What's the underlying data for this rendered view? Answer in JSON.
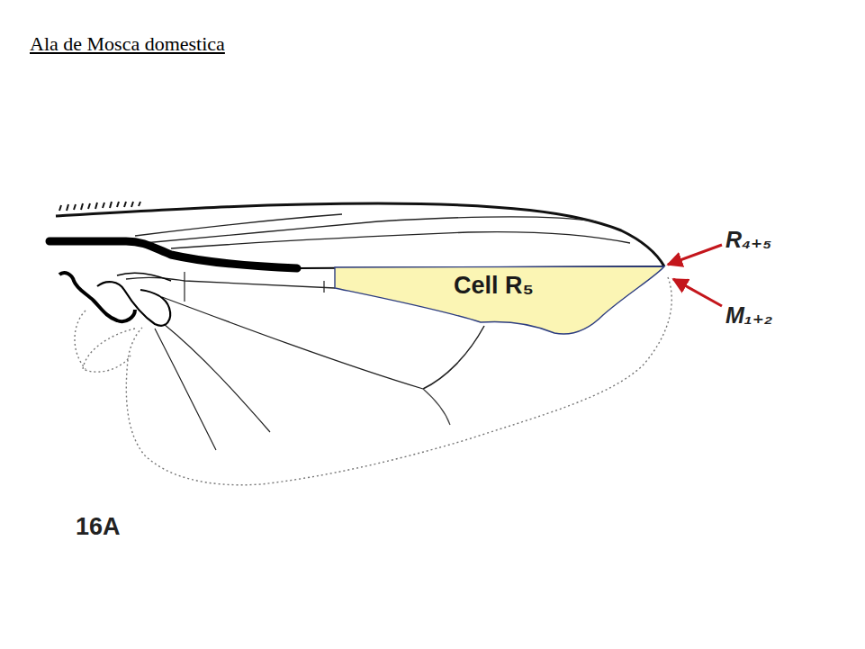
{
  "diagram": {
    "title": "Ala de Mosca domestica",
    "nodes": [
      {
        "text": [
          "Cell R₅"
        ]
      }
    ],
    "labels": [
      "R₄₊₅",
      "M₁₊₂",
      "16A"
    ]
  }
}
